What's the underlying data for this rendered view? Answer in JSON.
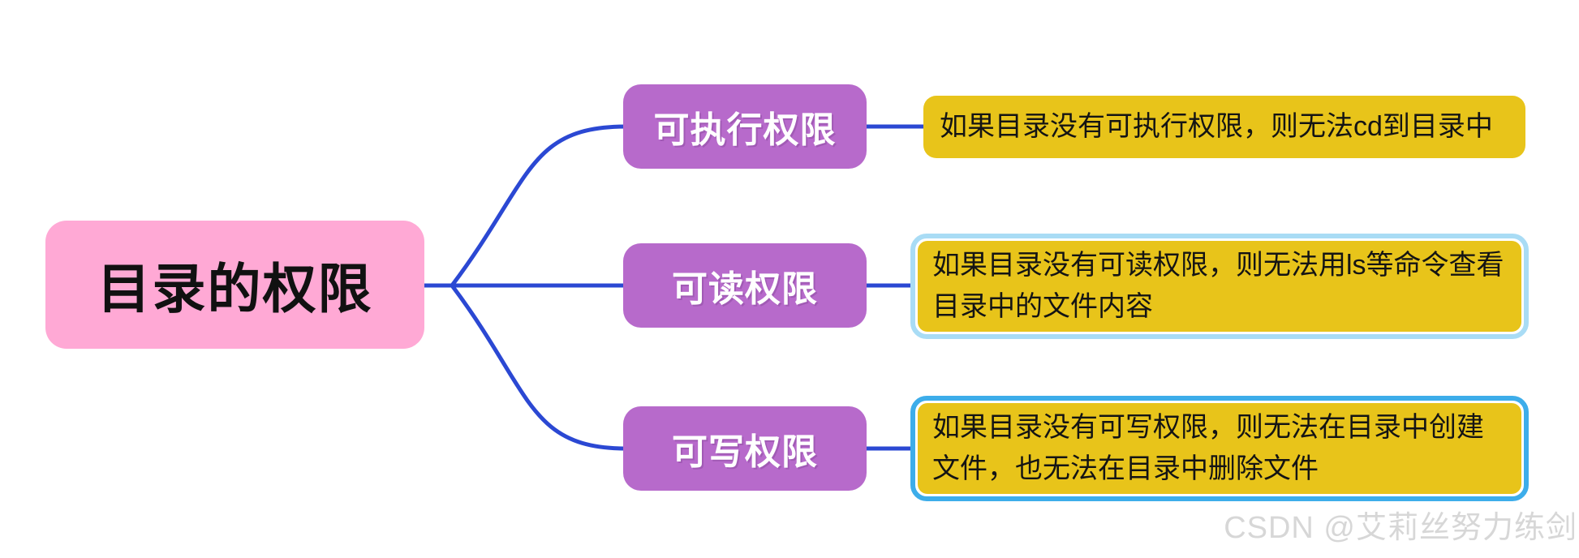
{
  "diagram": {
    "type": "mindmap",
    "root": {
      "label": "目录的权限"
    },
    "branches": [
      {
        "label": "可执行权限",
        "note": "如果目录没有可执行权限，则无法cd到目录中",
        "note_border": "none"
      },
      {
        "label": "可读权限",
        "note": "如果目录没有可读权限，则无法用ls等命令查看目录中的文件内容",
        "note_border": "#A9DCF5"
      },
      {
        "label": "可写权限",
        "note": "如果目录没有可写权限，则无法在目录中创建文件，也无法在目录中删除文件",
        "note_border": "#3DADEA"
      }
    ],
    "colors": {
      "root_fill": "#FFA9D5",
      "root_text": "#111111",
      "branch_fill": "#B76ACB",
      "branch_text": "#FFFFFF",
      "note_fill": "#E8C41A",
      "note_text": "#141414",
      "connector_line": "#2B48D3",
      "note2_border": "#A9DCF5",
      "note3_border": "#3DADEA",
      "watermark_text_color": "#D7D7D7",
      "background": "#FFFFFF"
    }
  },
  "watermark": {
    "text": "CSDN @艾莉丝努力练剑"
  }
}
